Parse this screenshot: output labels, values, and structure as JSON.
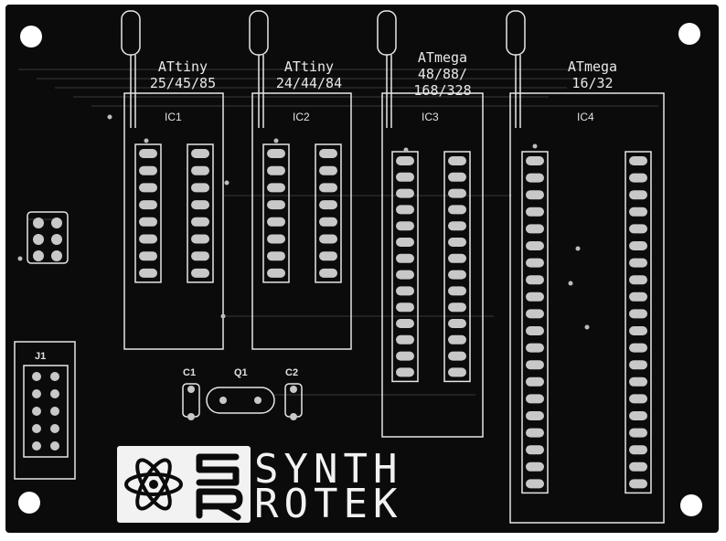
{
  "chips": [
    {
      "line1": "ATtiny",
      "line2": "25/45/85",
      "ref": "IC1"
    },
    {
      "line1": "ATtiny",
      "line2": "24/44/84",
      "ref": "IC2"
    },
    {
      "line1": "ATmega",
      "line2": "48/88/\n168/328",
      "ref": "IC3"
    },
    {
      "line1": "ATmega",
      "line2": "16/32",
      "ref": "IC4"
    }
  ],
  "components": {
    "header": "J1",
    "cap1": "C1",
    "crystal": "Q1",
    "cap2": "C2"
  },
  "logo": {
    "line1": "SYNTH",
    "line2": "ROTEK"
  },
  "colors": {
    "board": "#0b0b0c",
    "silkscreen": "#e8e8e8",
    "pad": "#c8c8c8"
  }
}
